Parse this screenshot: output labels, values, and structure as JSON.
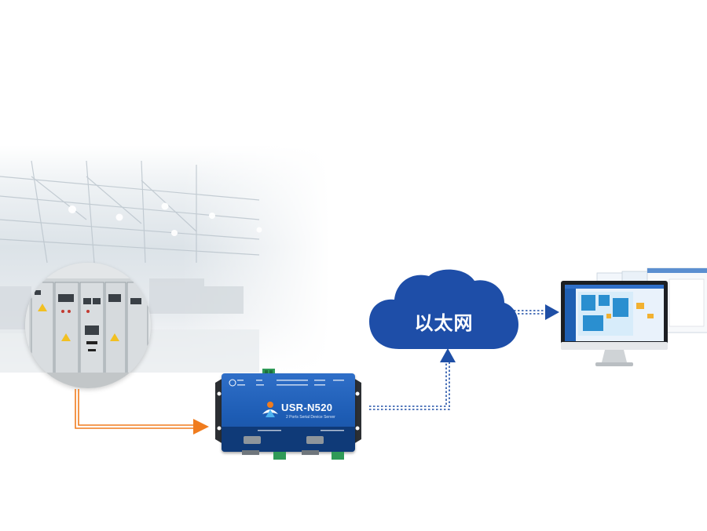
{
  "cloud": {
    "label": "以太网"
  },
  "device": {
    "model": "USR-N520",
    "subtitle": "2 Ports Serial Device Server"
  },
  "colors": {
    "blue_arrow": "#1f4fa6",
    "orange_arrow": "#f07c1e",
    "cloud": "#1e4ea8",
    "device": "#1d5cb4"
  },
  "icons": {
    "cabinet": "electrical-cabinet",
    "device": "serial-device-server",
    "cloud": "ethernet-cloud",
    "monitor": "computer-monitor"
  }
}
